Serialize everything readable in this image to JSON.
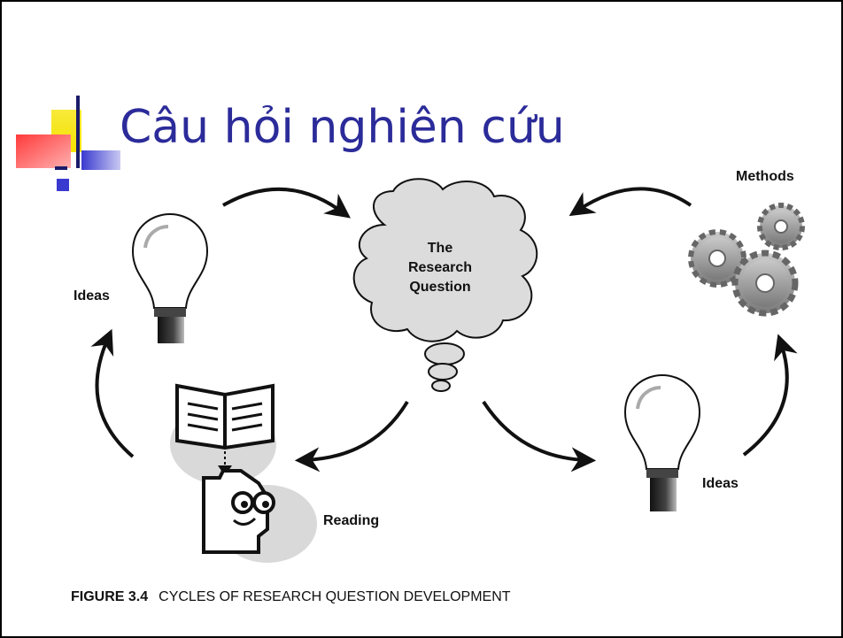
{
  "slide": {
    "title": "Câu hỏi nghiên cứu"
  },
  "diagram": {
    "center": [
      "The",
      "Research",
      "Question"
    ],
    "labels": {
      "ideas_left": "Ideas",
      "ideas_right": "Ideas",
      "methods": "Methods",
      "reading": "Reading"
    },
    "caption_number": "FIGURE 3.4",
    "caption_text": "CYCLES OF RESEARCH QUESTION DEVELOPMENT"
  },
  "colors": {
    "title": "#2b2b9a",
    "bullet_yellow": "#f5e200",
    "bullet_red": "#f0443a",
    "bullet_blue": "#3a3ad0"
  },
  "icons": [
    "lightbulb-icon",
    "cloud-icon",
    "gears-icon",
    "open-book-icon",
    "reader-face-icon"
  ]
}
